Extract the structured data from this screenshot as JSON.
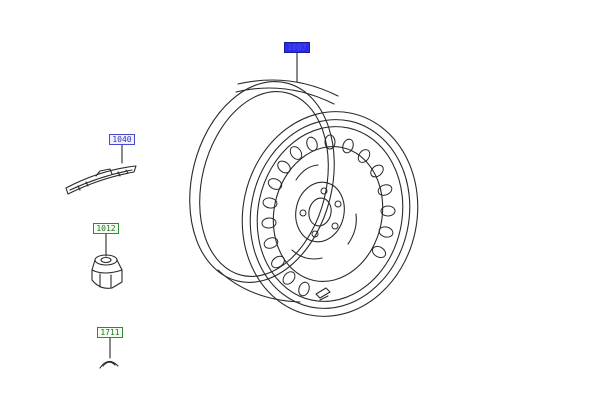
{
  "callouts": {
    "wheel": "1007",
    "weight": "1040",
    "nut": "1012",
    "valve": "1711"
  },
  "colors": {
    "line": "#2a2a2a",
    "selected_fill": "#2d2ce6",
    "blue_border": "#4a4ad0",
    "green_border": "#2e8a2e"
  },
  "parts": [
    {
      "callout": "1007",
      "icon": "steel-wheel-icon"
    },
    {
      "callout": "1040",
      "icon": "wheel-weight-icon"
    },
    {
      "callout": "1012",
      "icon": "wheel-nut-icon"
    },
    {
      "callout": "1711",
      "icon": "valve-icon"
    }
  ]
}
